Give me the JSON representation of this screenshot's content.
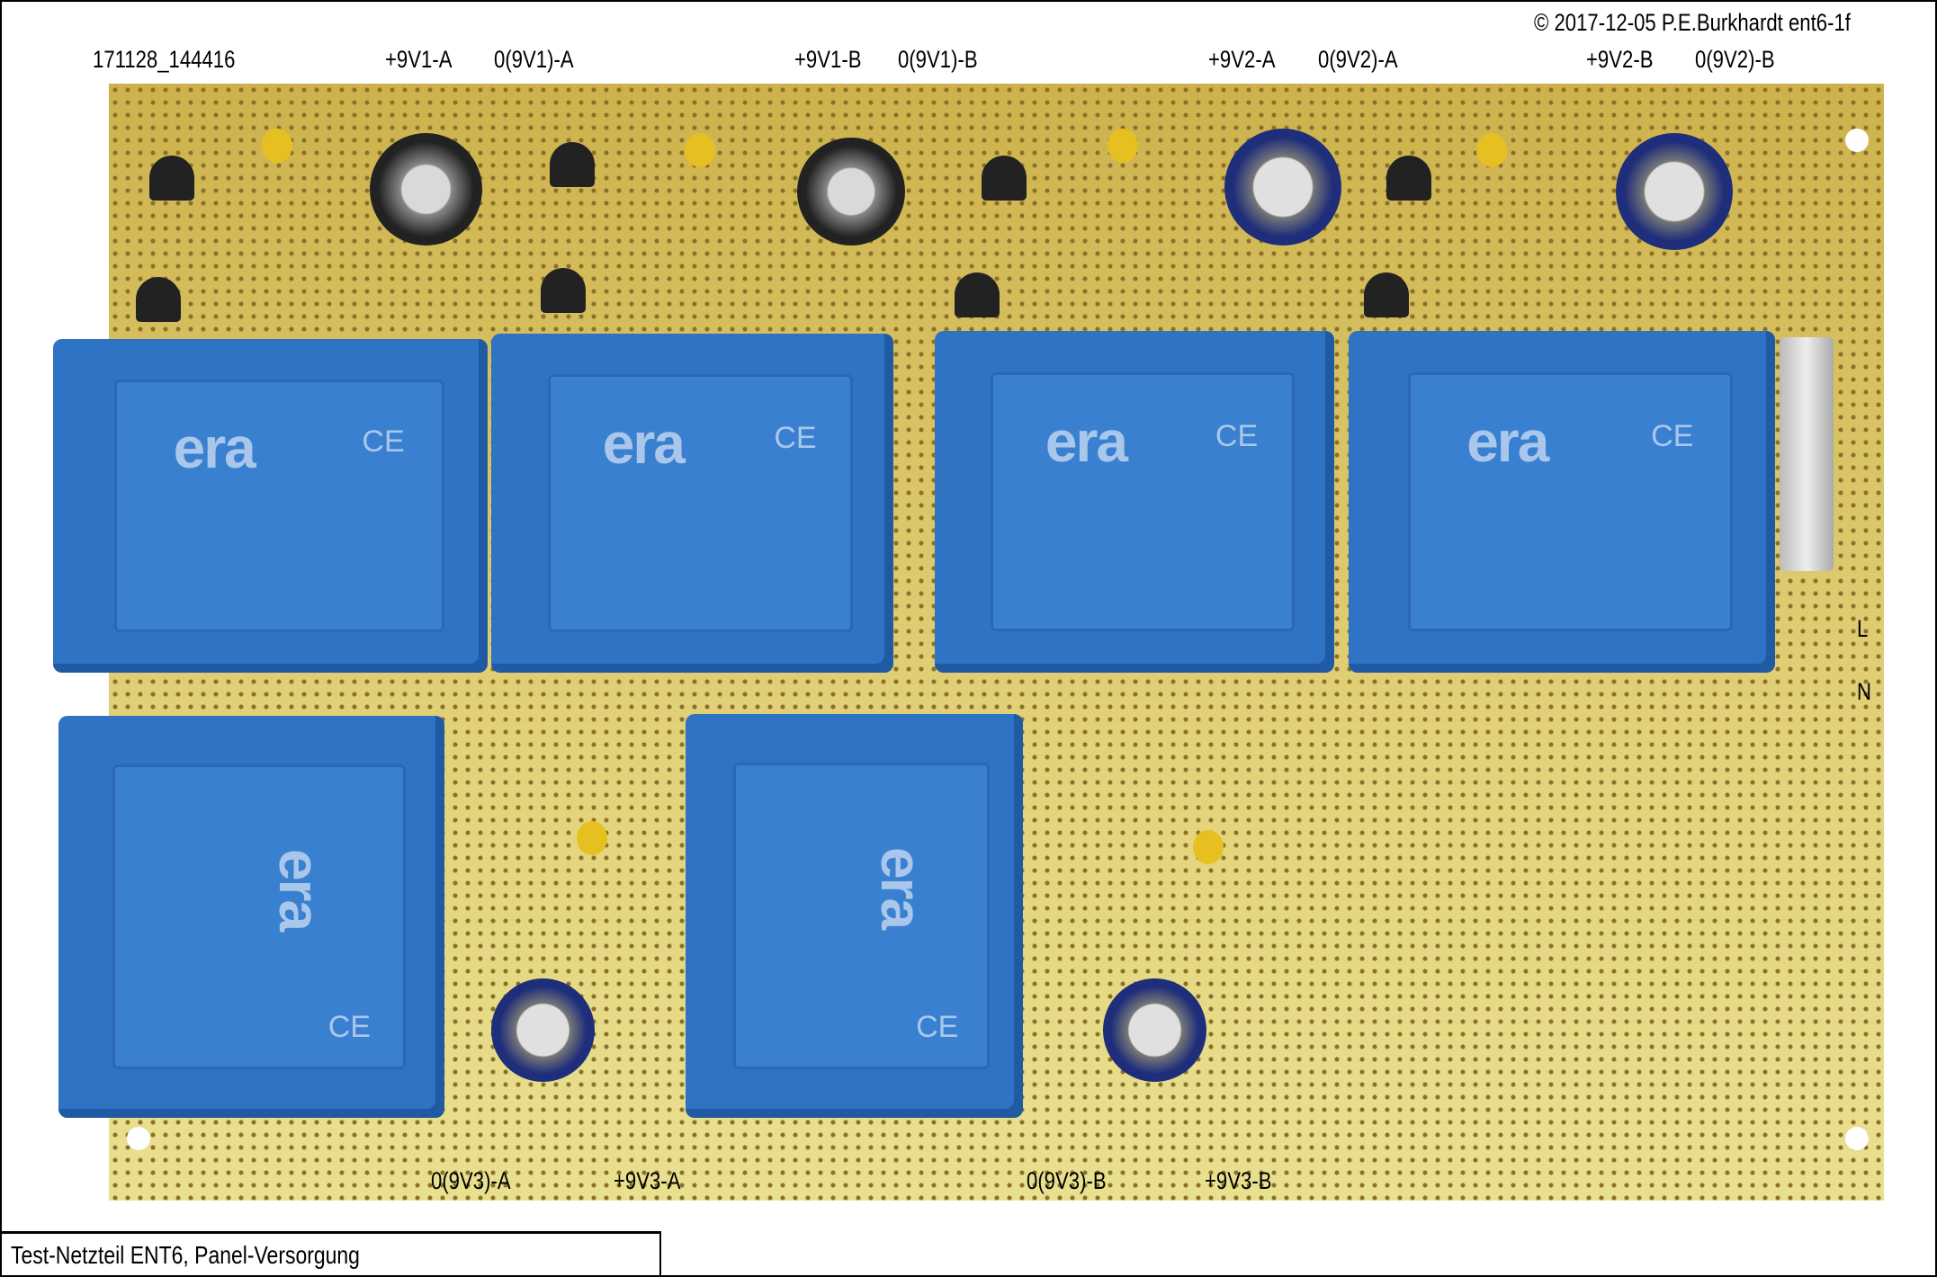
{
  "copyright": "© 2017-12-05 P.E.Burkhardt ent6-1f",
  "image_id_label": "171128_144416",
  "top_labels": [
    "+9V1-A",
    "0(9V1)-A",
    "+9V1-B",
    "0(9V1)-B",
    "+9V2-A",
    "0(9V2)-A",
    "+9V2-B",
    "0(9V2)-B"
  ],
  "bottom_labels": [
    "0(9V3)-A",
    "+9V3-A",
    "0(9V3)-B",
    "+9V3-B"
  ],
  "mains_labels": [
    "L",
    "N"
  ],
  "caption": "Test-Netzteil ENT6, Panel-Versorgung",
  "transformer_logo": "era",
  "transformer_mark": "CE"
}
